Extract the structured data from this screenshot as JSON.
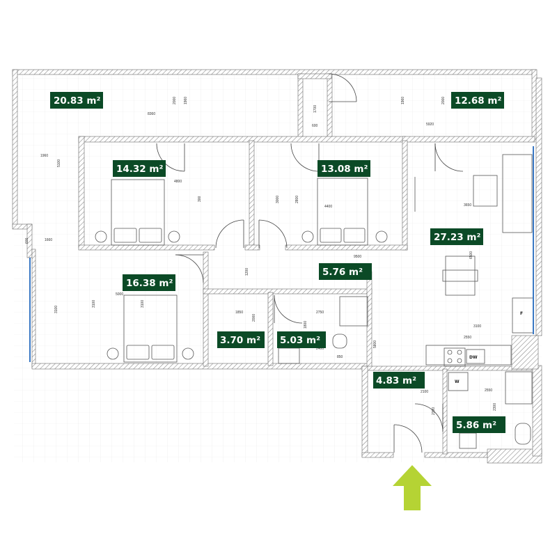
{
  "rooms": [
    {
      "id": "terrace-left",
      "area": "20.83 m²"
    },
    {
      "id": "terrace-right",
      "area": "12.68 m²"
    },
    {
      "id": "bedroom-1",
      "area": "14.32 m²"
    },
    {
      "id": "bedroom-2",
      "area": "13.08 m²"
    },
    {
      "id": "living-room",
      "area": "27.23 m²"
    },
    {
      "id": "corridor",
      "area": "5.76 m²"
    },
    {
      "id": "bedroom-3",
      "area": "16.38 m²"
    },
    {
      "id": "wardrobe",
      "area": "3.70 m²"
    },
    {
      "id": "bathroom",
      "area": "5.03 m²"
    },
    {
      "id": "hall",
      "area": "4.83 m²"
    },
    {
      "id": "bathroom-2",
      "area": "5.86 m²"
    }
  ],
  "dimensions": [
    "8360",
    "2000",
    "1960",
    "1700",
    "600",
    "1960",
    "2000",
    "5920",
    "1960",
    "5100",
    "4800",
    "300",
    "3000",
    "2800",
    "4400",
    "3650",
    "6500",
    "1660",
    "600",
    "1200",
    "9500",
    "5000",
    "3100",
    "3100",
    "3100",
    "1850",
    "2000",
    "2750",
    "1800",
    "2400",
    "850",
    "3100",
    "2550",
    "5800",
    "2100",
    "2300",
    "2550",
    "2300"
  ],
  "appliances": {
    "dishwasher": "DW",
    "fridge": "F",
    "washer": "W"
  },
  "colors": {
    "label_bg": "#0b4a26",
    "label_text": "#ffffff",
    "wall_hatch": "#8c8c8c",
    "grid": "#e6e6e6",
    "entrance_arrow": "#b5d334",
    "window_blue": "#3a78c4"
  },
  "icons": {
    "entrance": "arrow-up-icon"
  }
}
